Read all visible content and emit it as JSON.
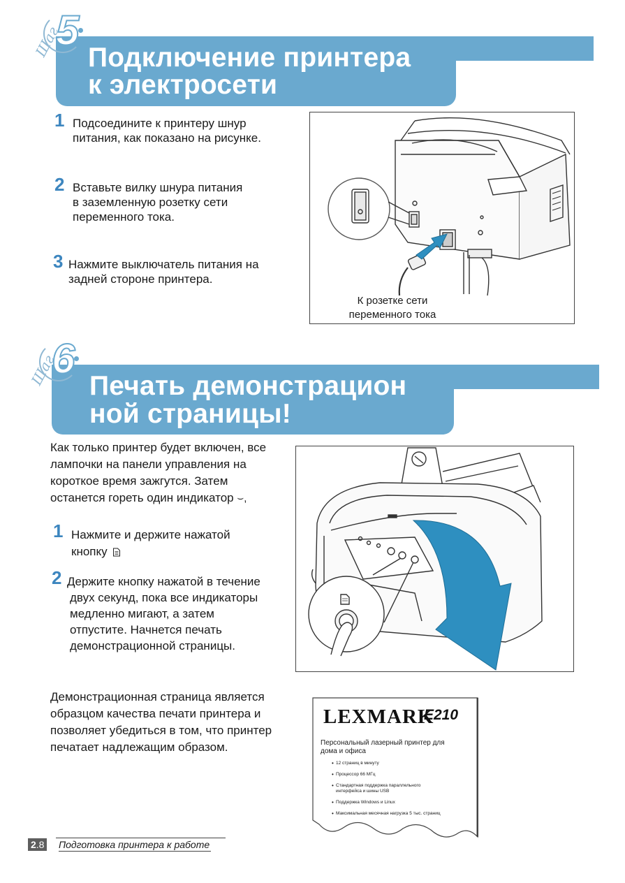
{
  "step5": {
    "word": "Шаг",
    "number": "5",
    "title_line1": "Подключение принтера",
    "title_line2": "к электросети",
    "items": [
      {
        "num": "1",
        "line1": "Подсоедините к принтеру шнур",
        "line2": "питания, как показано на рисунке."
      },
      {
        "num": "2",
        "line1": "Вставьте вилку шнура питания",
        "line2": "в заземленную розетку сети",
        "line3": "переменного тока."
      },
      {
        "num": "3",
        "line1": "Нажмите выключатель питания на",
        "line2": "задней стороне принтера."
      }
    ],
    "figure_caption_line1": "К розетке сети",
    "figure_caption_line2": "переменного тока"
  },
  "step6": {
    "word": "Шаг",
    "number": "6",
    "title_line1": "Печать демонстрацион",
    "title_line2": "ной страницы!",
    "intro_line1": "Как только принтер будет включен, все",
    "intro_line2": "лампочки на панели управления на",
    "intro_line3": "короткое время зажгутся. Затем",
    "intro_line4": "останется гореть один индикатор",
    "intro_symbol": "⌣,",
    "items": [
      {
        "num": "1",
        "line1": "Нажмите и держите нажатой",
        "line2": "кнопку"
      },
      {
        "num": "2",
        "line1": "Держите кнопку нажатой в течение",
        "line2": "двух секунд, пока все индикаторы",
        "line3": "медленно мигают, а затем",
        "line4": "отпустите.  Начнется печать",
        "line5": "демонстрационной страницы."
      }
    ],
    "outro_line1": "Демонстрационная страница является",
    "outro_line2": "образцом качества печати принтера и",
    "outro_line3": "позволяет убедиться в том, что принтер",
    "outro_line4": "печатает надлежащим образом."
  },
  "demo_page": {
    "logo": "LEXMARK",
    "model": "E210",
    "desc_line1": "Персональный лазерный принтер для",
    "desc_line2": "дома и офиса",
    "features": [
      "12 страниц в минуту",
      "Процессор 66 МГц",
      "Стандартная поддержка параллельного интерфейса и шины USB",
      "Поддержка Windows и Linux",
      "Максимальная месячная нагрузка 5 тыс. страниц"
    ]
  },
  "footer": {
    "chapter": "2",
    "page": ".8",
    "label": "Подготовка принтера к работе"
  },
  "colors": {
    "banner": "#6aa9cf",
    "step_number": "#3d86bf",
    "arrow": "#2e8fc0"
  }
}
